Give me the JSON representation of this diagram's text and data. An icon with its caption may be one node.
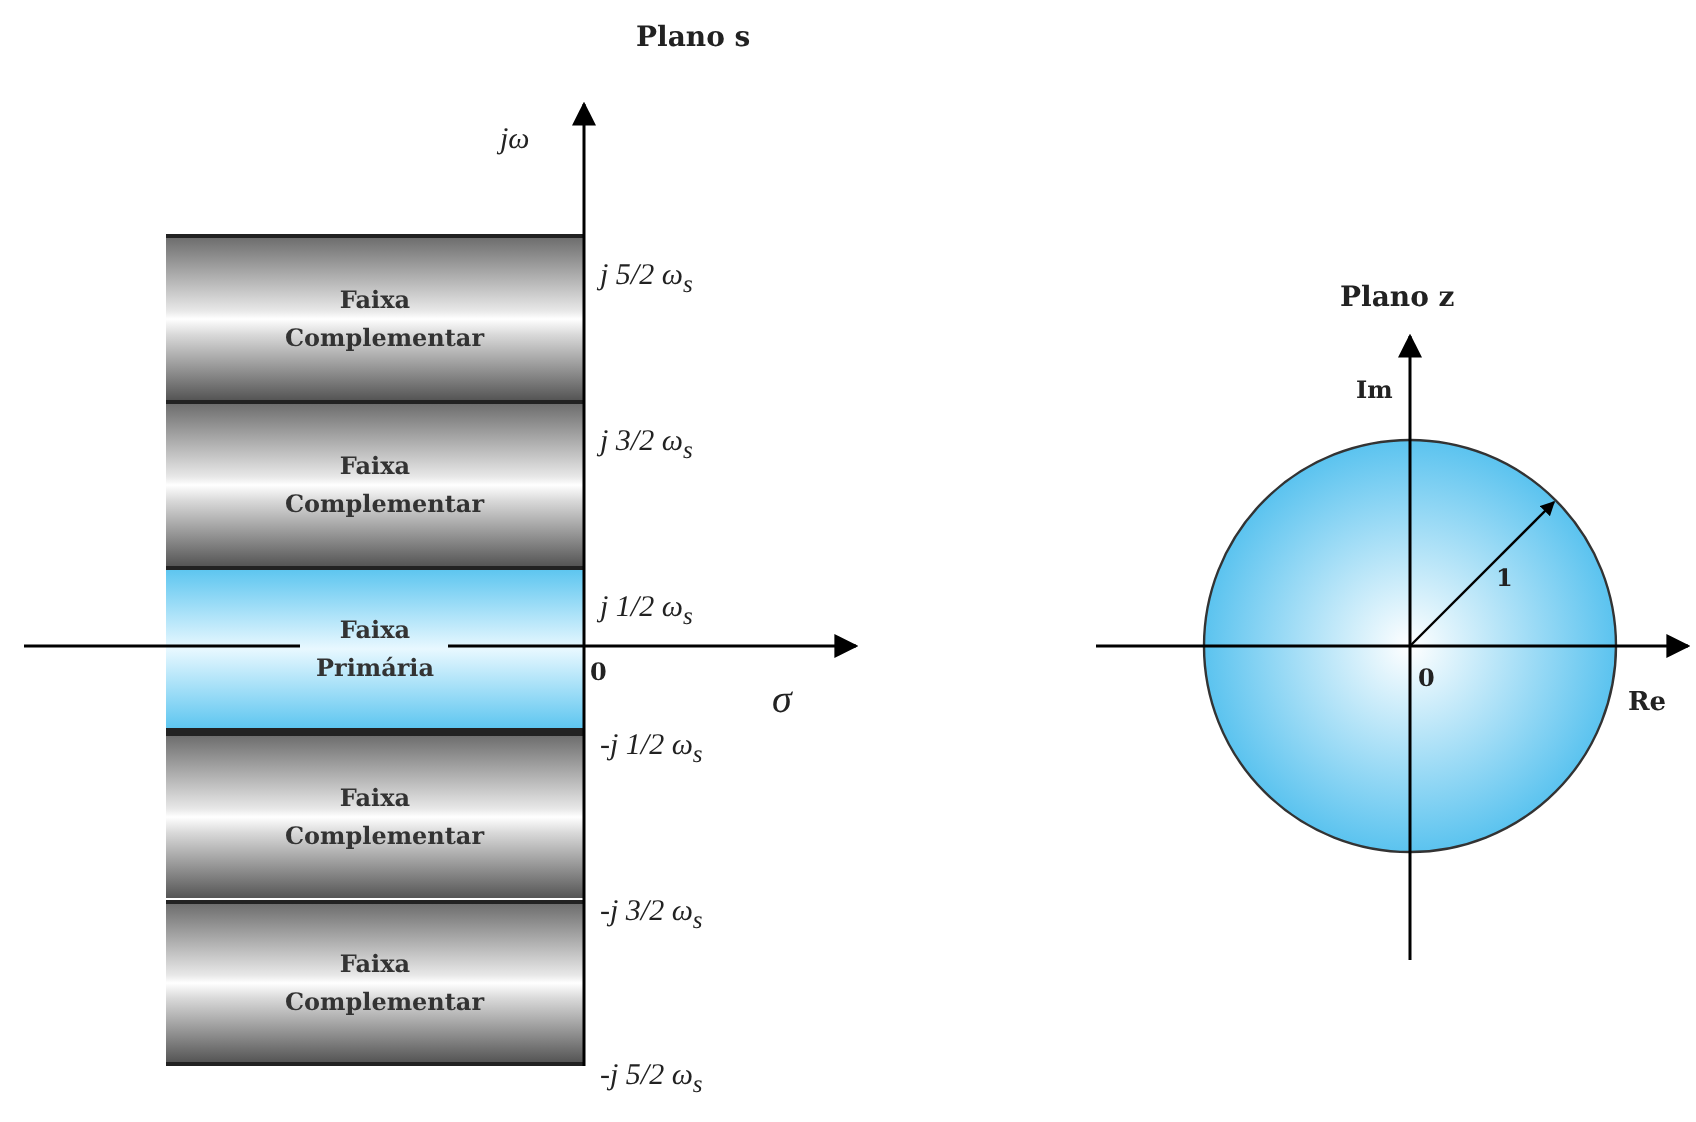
{
  "diagram": {
    "nodes": [
      {
        "text": [
          "Faixa Complementar"
        ]
      },
      {
        "text": [
          "Faixa Complementar"
        ]
      },
      {
        "text": [
          "Faixa Primária"
        ]
      },
      {
        "text": [
          "Faixa Complementar"
        ]
      },
      {
        "text": [
          "Faixa Complementar"
        ]
      }
    ],
    "labels": [
      "Plano s",
      "jω",
      "j 5/2 ω$_{s}$",
      "j 3/2 ω$_{s}$",
      "j 1/2 ω$_{s}$",
      "0",
      "σ",
      "-j 1/2 ω$_{s}$",
      "-j 3/2 ω$_{s}$",
      "-j 5/2 ω$_{s}$",
      "Plano z",
      "Im",
      "1",
      "0",
      "Re"
    ]
  }
}
